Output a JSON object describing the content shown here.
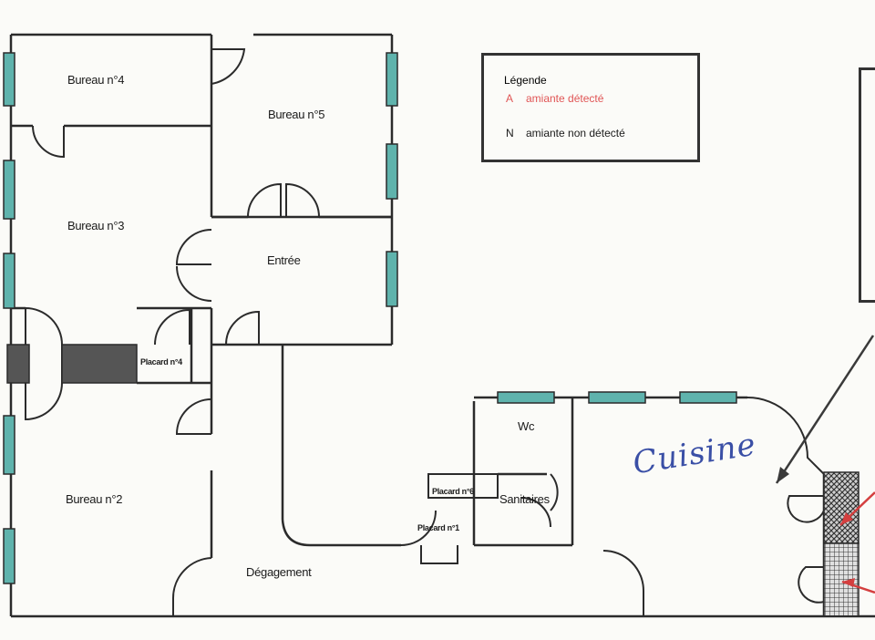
{
  "rooms": {
    "bureau4": "Bureau n°4",
    "bureau5": "Bureau n°5",
    "bureau3": "Bureau n°3",
    "entree": "Entrée",
    "placard4": "Placard n°4",
    "bureau2": "Bureau n°2",
    "degagement": "Dégagement",
    "wc": "Wc",
    "sanitaires": "Sanitaires",
    "placard_upper": "Placard n°6",
    "placard1": "Placard n°1",
    "cuisine": "Cuisine"
  },
  "legend": {
    "title": "Légende",
    "detected_code": "A",
    "detected_text": "amiante détecté",
    "not_detected_code": "N",
    "not_detected_text": "amiante non détecté"
  },
  "colors": {
    "wall": "#2b2b2b",
    "window": "#5fb3ad",
    "detected": "#e05555",
    "handwriting": "#3a4fa6"
  }
}
